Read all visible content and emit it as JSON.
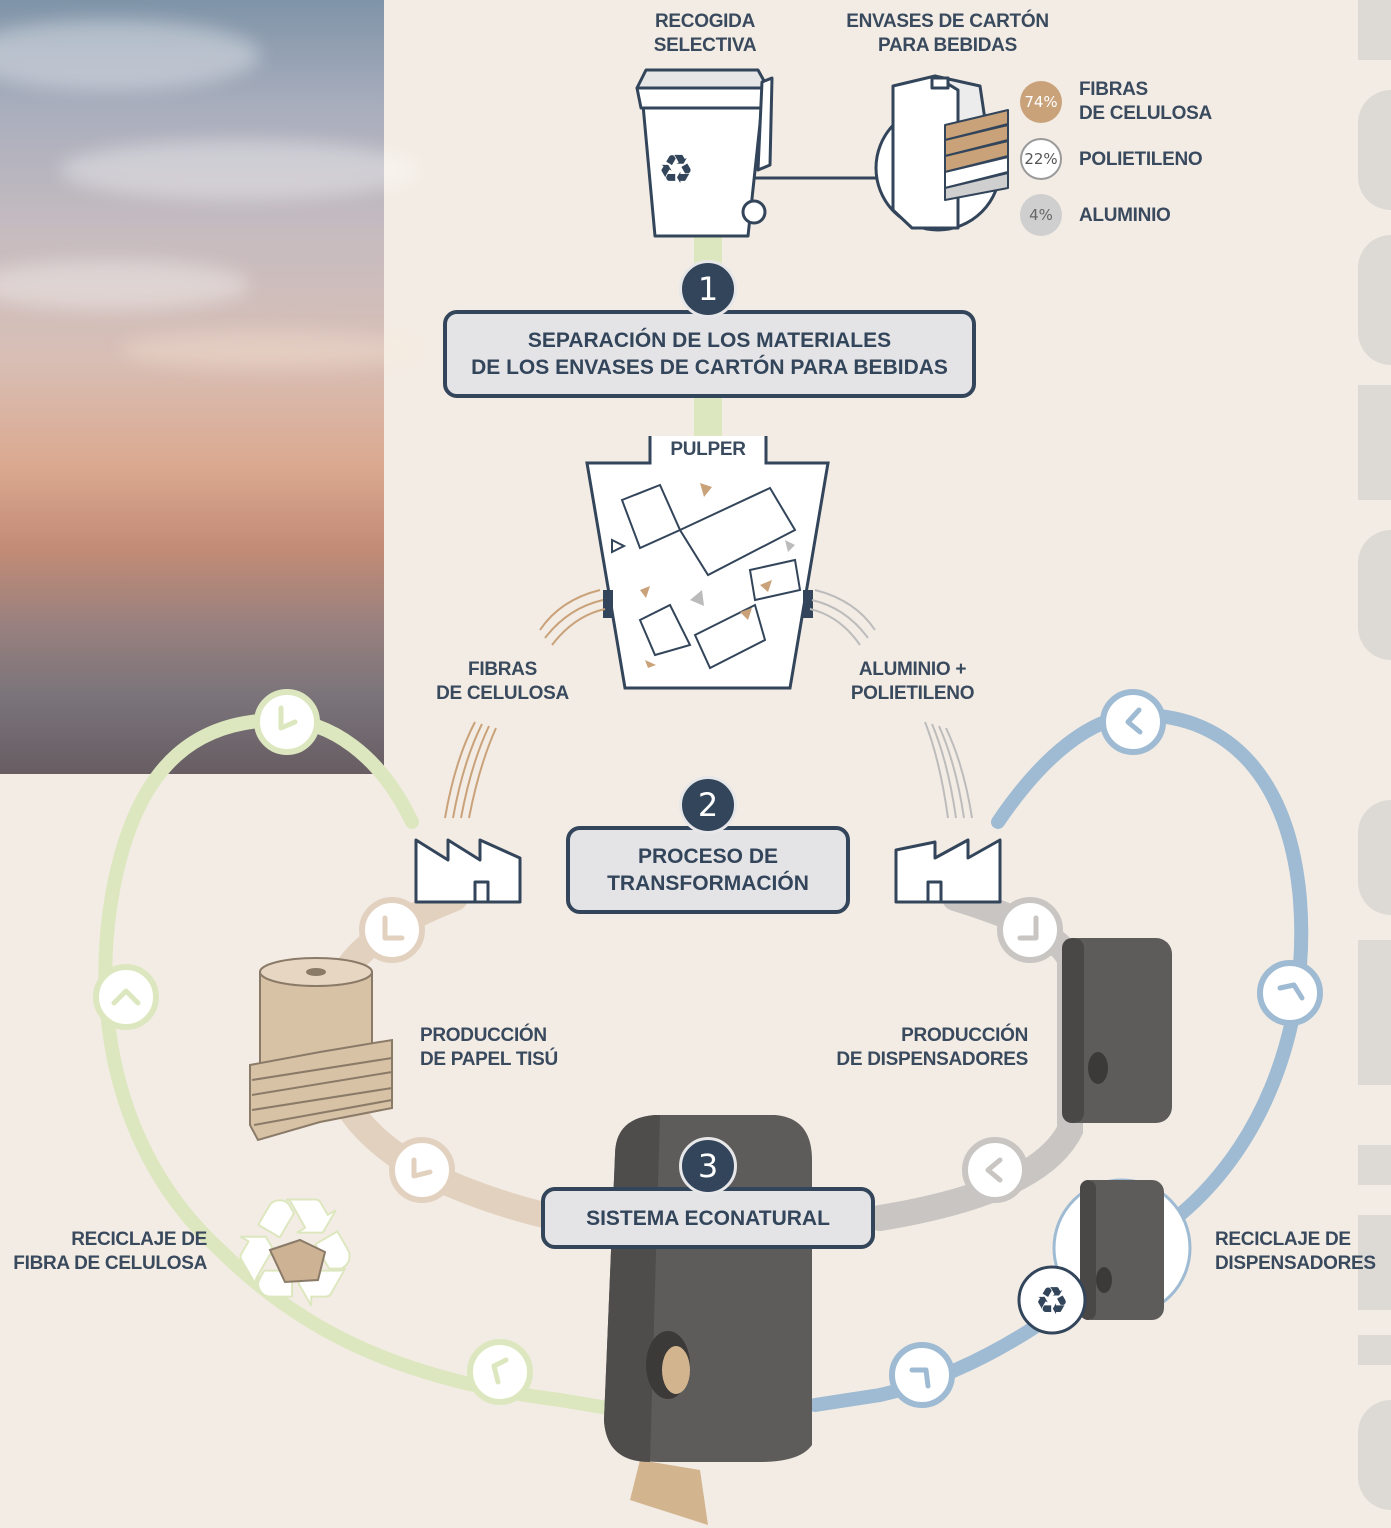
{
  "collection": {
    "title": "RECOGIDA\nSELECTIVA"
  },
  "packaging": {
    "title": "ENVASES DE CARTÓN\nPARA BEBIDAS",
    "composition": [
      {
        "percent": "74%",
        "label": "FIBRAS\nDE CELULOSA",
        "color": "#c9a27a"
      },
      {
        "percent": "22%",
        "label": "POLIETILENO",
        "color": "#ffffff"
      },
      {
        "percent": "4%",
        "label": "ALUMINIO",
        "color": "#cfcfcf"
      }
    ]
  },
  "steps": [
    {
      "number": "1",
      "title": "SEPARACIÓN DE LOS MATERIALES\nDE LOS ENVASES DE CARTÓN PARA BEBIDAS"
    },
    {
      "number": "2",
      "title": "PROCESO DE\nTRANSFORMACIÓN"
    },
    {
      "number": "3",
      "title": "SISTEMA ECONATURAL"
    }
  ],
  "pulper": {
    "label": "PULPER"
  },
  "outputs": {
    "left": "FIBRAS\nDE CELULOSA",
    "right": "ALUMINIO +\nPOLIETILENO"
  },
  "production": {
    "paper": "PRODUCCIÓN\nDE PAPEL TISÚ",
    "dispensers": "PRODUCCIÓN\nDE DISPENSADORES"
  },
  "recycling": {
    "fiber": "RECICLAJE DE\nFIBRA DE CELULOSA",
    "dispensers": "RECICLAJE DE\nDISPENSADORES"
  },
  "colors": {
    "green_cycle": "#dde7bf",
    "blue_cycle": "#9ebbd3",
    "tan_cycle": "#e2d1bf",
    "grey_cycle": "#c8c5c2",
    "dark": "#33455a",
    "dispenser": "#5e5c5b"
  }
}
